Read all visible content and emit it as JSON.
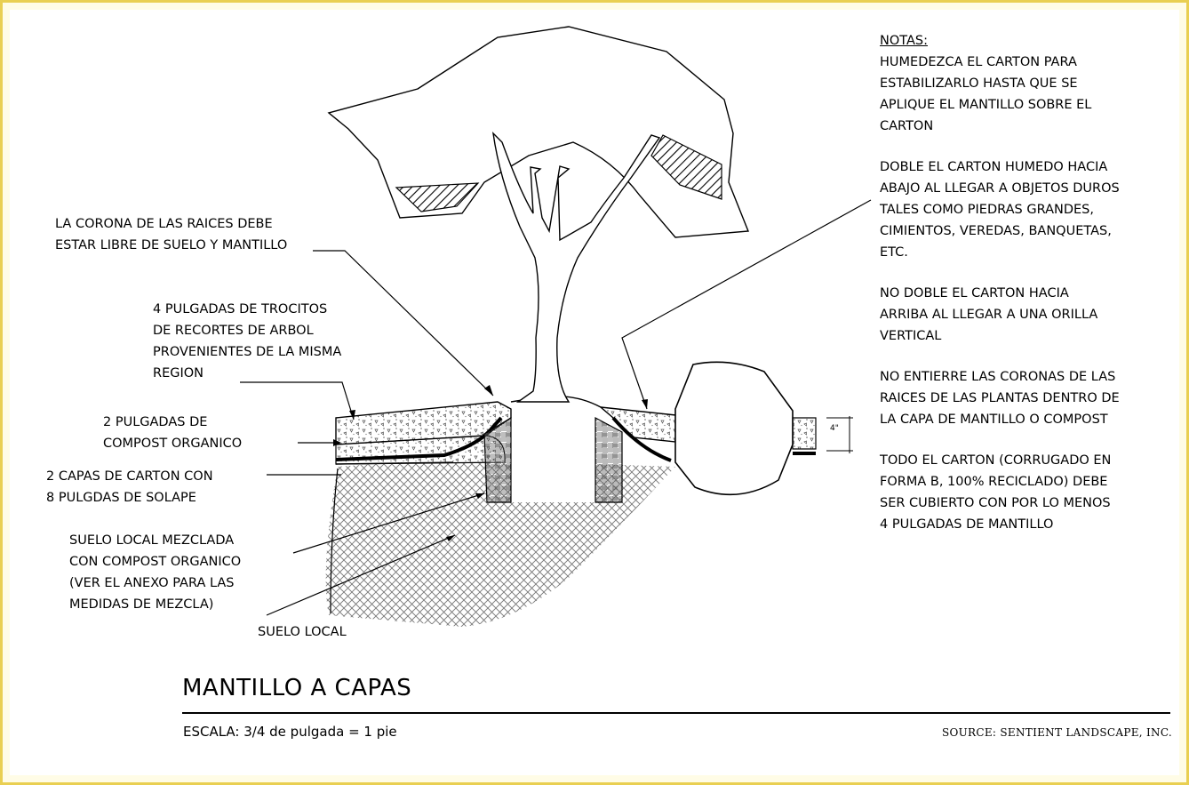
{
  "callouts": {
    "corona": "LA CORONA DE LAS RAICES DEBE\nESTAR LIBRE DE SUELO Y MANTILLO",
    "trocitos": "4 PULGADAS DE TROCITOS\nDE RECORTES DE ARBOL\nPROVENIENTES DE LA MISMA\nREGION",
    "compost": "2 PULGADAS DE\nCOMPOST ORGANICO",
    "carton": "2 CAPAS DE CARTON CON\n8 PULGDAS DE SOLAPE",
    "suelo_mezclada": "SUELO LOCAL MEZCLADA\nCON COMPOST ORGANICO\n(VER EL ANEXO PARA LAS\nMEDIDAS DE MEZCLA)",
    "suelo_local": "SUELO LOCAL"
  },
  "notes": {
    "title": "NOTAS:",
    "items": [
      "HUMEDEZCA EL CARTON PARA\nESTABILIZARLO HASTA QUE SE\nAPLIQUE EL MANTILLO SOBRE EL\nCARTON",
      "DOBLE EL CARTON HUMEDO HACIA\nABAJO AL LLEGAR A OBJETOS DUROS\nTALES COMO PIEDRAS GRANDES,\nCIMIENTOS, VEREDAS, BANQUETAS,\nETC.",
      "NO DOBLE EL CARTON HACIA\nARRIBA AL LLEGAR A UNA ORILLA\nVERTICAL",
      "NO ENTIERRE LAS CORONAS DE LAS\nRAICES DE LAS PLANTAS DENTRO DE\nLA CAPA DE MANTILLO O COMPOST",
      "TODO EL CARTON (CORRUGADO EN\nFORMA B, 100% RECICLADO) DEBE\nSER CUBIERTO CON POR LO MENOS\n4 PULGADAS DE MANTILLO"
    ]
  },
  "footer": {
    "title": "MANTILLO A CAPAS",
    "scale": "ESCALA: 3/4 de pulgada = 1 pie",
    "source": "SOURCE: SENTIENT LANDSCAPE, INC."
  }
}
